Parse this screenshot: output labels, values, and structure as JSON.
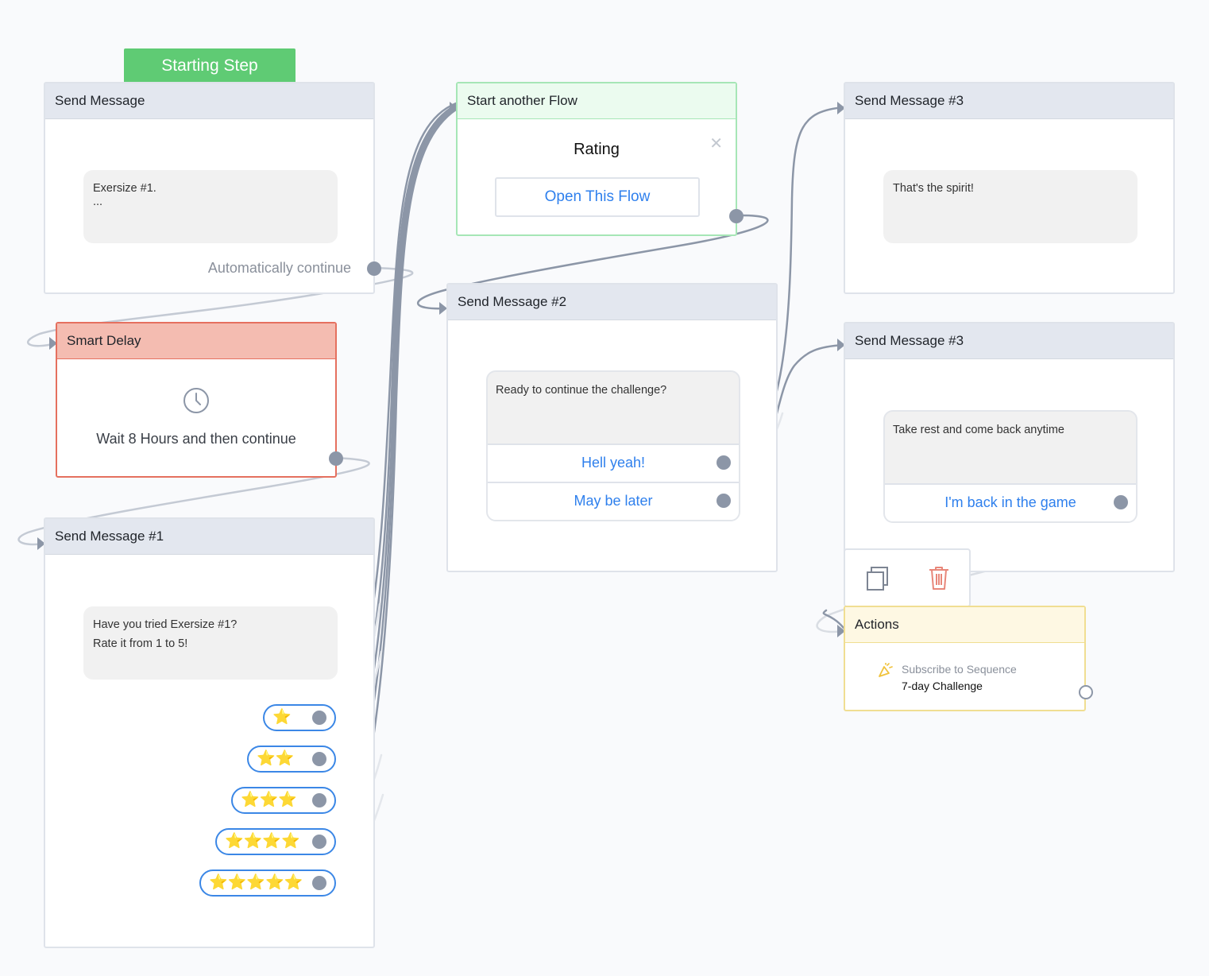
{
  "canvas": {
    "starting_step": "Starting Step"
  },
  "nodes": {
    "send_message": {
      "title": "Send Message",
      "bubble_line1": "Exersize #1.",
      "bubble_line2": "...",
      "continue_label": "Automatically continue"
    },
    "smart_delay": {
      "title": "Smart Delay",
      "wait_text": "Wait 8 Hours and then continue"
    },
    "send_message_1": {
      "title": "Send Message #1",
      "bubble_line1": "Have you tried Exersize #1?",
      "bubble_line2": "Rate it from 1 to 5!",
      "ratings": [
        "⭐",
        "⭐⭐",
        "⭐⭐⭐",
        "⭐⭐⭐⭐",
        "⭐⭐⭐⭐⭐"
      ]
    },
    "start_another_flow": {
      "title": "Start another Flow",
      "flow_name": "Rating",
      "open_button": "Open This Flow"
    },
    "send_message_2": {
      "title": "Send Message #2",
      "bubble_text": "Ready to continue the challenge?",
      "button_yes": "Hell yeah!",
      "button_later": "May be later"
    },
    "send_message_3a": {
      "title": "Send Message #3",
      "bubble_text": "That's the spirit!"
    },
    "send_message_3b": {
      "title": "Send Message #3",
      "bubble_text": "Take rest and come back anytime",
      "button_back": "I'm back in the game"
    },
    "actions": {
      "title": "Actions",
      "action_label": "Subscribe to Sequence",
      "action_value": "7-day Challenge"
    }
  },
  "colors": {
    "wire": "#8c96a7",
    "wire_light": "#e4e7ec",
    "accent_blue": "#2f80ed",
    "start_green": "#5fcb74",
    "delay_red": "#e5705f",
    "trash_red": "#e8877a"
  },
  "icons": {
    "delay": "clock-icon",
    "copy": "copy-icon",
    "delete": "trash-icon",
    "action": "sequence-icon",
    "close": "close-icon"
  }
}
